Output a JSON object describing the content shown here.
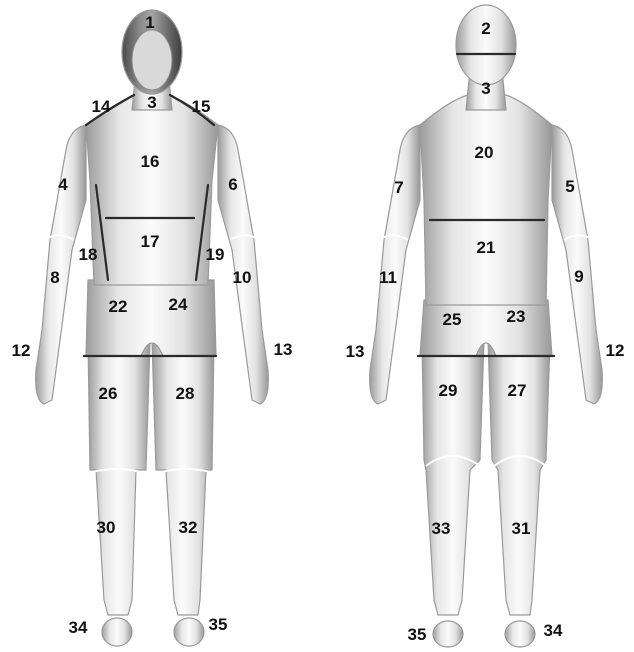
{
  "figure": {
    "front_view": {
      "labels": {
        "l1": "1",
        "l3": "3",
        "l14": "14",
        "l15": "15",
        "l16": "16",
        "l4": "4",
        "l6": "6",
        "l17": "17",
        "l18": "18",
        "l19": "19",
        "l8": "8",
        "l10": "10",
        "l22": "22",
        "l24": "24",
        "l12": "12",
        "l13": "13",
        "l26": "26",
        "l28": "28",
        "l30": "30",
        "l32": "32",
        "l34": "34",
        "l35": "35"
      }
    },
    "back_view": {
      "labels": {
        "l2": "2",
        "l3": "3",
        "l20": "20",
        "l7": "7",
        "l5": "5",
        "l21": "21",
        "l11": "11",
        "l9": "9",
        "l25": "25",
        "l23": "23",
        "l13": "13",
        "l12": "12",
        "l29": "29",
        "l27": "27",
        "l33": "33",
        "l31": "31",
        "l35": "35",
        "l34": "34"
      }
    }
  }
}
